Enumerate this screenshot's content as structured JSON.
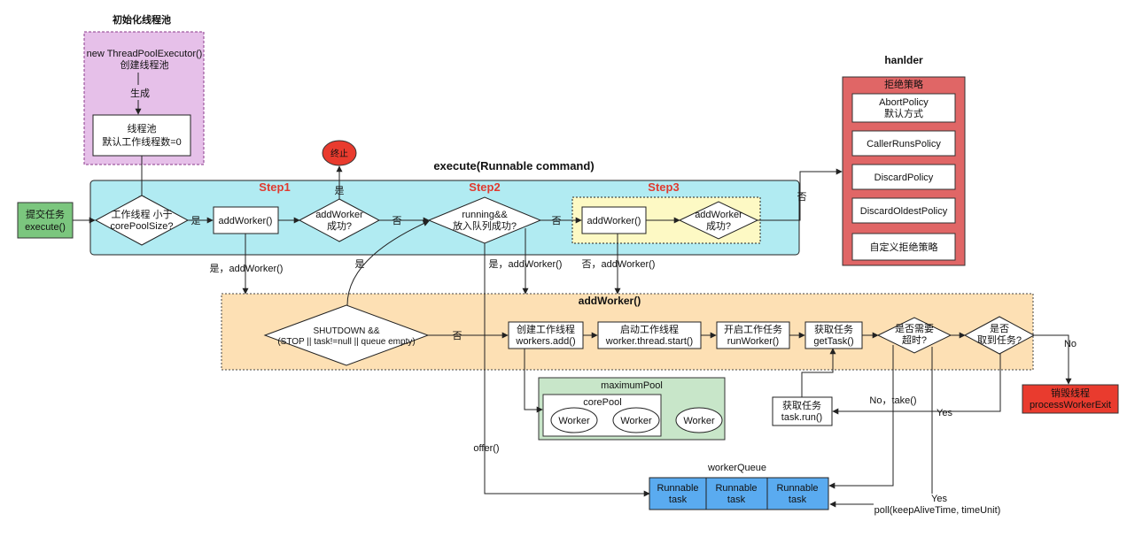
{
  "init": {
    "title": "初始化线程池",
    "new_line1": "new ThreadPoolExecutor()",
    "new_line2": "创建线程池",
    "generate": "生成",
    "pool_line1": "线程池",
    "pool_line2": "默认工作线程数=0"
  },
  "submit": {
    "line1": "提交任务",
    "line2": "execute()"
  },
  "execute": {
    "title": "execute(Runnable command)",
    "step1": "Step1",
    "step2": "Step2",
    "step3": "Step3",
    "d_core_line1": "工作线程 小于",
    "d_core_line2": "corePoolSize?",
    "yes": "是",
    "no": "否",
    "add_worker": "addWorker()",
    "d_aw_line1": "addWorker",
    "d_aw_line2": "成功?",
    "d_run_line1": "running&&",
    "d_run_line2": "放入队列成功?",
    "terminate": "终止",
    "yes_add_worker": "是，addWorker()",
    "no_add_worker": "否，addWorker()"
  },
  "handler": {
    "title": "hanlder",
    "subtitle": "拒绝策略",
    "policies": [
      [
        "AbortPolicy",
        "默认方式"
      ],
      [
        "CallerRunsPolicy"
      ],
      [
        "DiscardPolicy"
      ],
      [
        "DiscardOldestPolicy"
      ],
      [
        "自定义拒绝策略"
      ]
    ]
  },
  "addworker": {
    "title": "addWorker()",
    "shutdown_line1": "SHUTDOWN &&",
    "shutdown_line2": "(STOP || task!=null || queue empty)",
    "yes": "是",
    "no": "否",
    "create_line1": "创建工作线程",
    "create_line2": "workers.add()",
    "start_line1": "启动工作线程",
    "start_line2": "worker.thread.start()",
    "run_line1": "开启工作任务",
    "run_line2": "runWorker()",
    "gettask_line1": "获取任务",
    "gettask_line2": "getTask()",
    "timeout_line1": "是否需要",
    "timeout_line2": "超时?",
    "got_line1": "是否",
    "got_line2": "取到任务?",
    "no_label": "No",
    "destroy_line1": "销毁线程",
    "destroy_line2": "processWorkerExit"
  },
  "pool": {
    "maximum": "maximumPool",
    "core": "corePool",
    "worker": "Worker"
  },
  "queue": {
    "title": "workerQueue",
    "cell_line1": "Runnable",
    "cell_line2": "task",
    "offer": "offer()",
    "take": "No，take()",
    "yes": "Yes",
    "poll_yes": "Yes",
    "poll": "poll(keepAliveTime, timeUnit)"
  },
  "taskrun": {
    "line1": "获取任务",
    "line2": "task.run()"
  },
  "colors": {
    "init_bg": "#e6c0e9",
    "execute_bg": "#b1ebf2",
    "step3_bg": "#fdf9c4",
    "handler_bg": "#e06666",
    "addworker_bg": "#fde0b4",
    "pool_bg": "#c8e6c9",
    "queue_cell": "#5aabf0",
    "submit_bg": "#7bc67e",
    "red": "#e93b2e"
  }
}
